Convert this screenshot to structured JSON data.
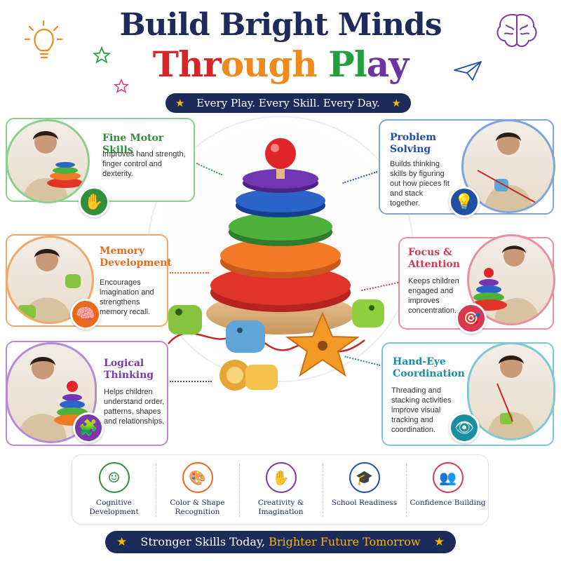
{
  "header": {
    "title_line1": "Build Bright Minds",
    "title_line2_words": [
      {
        "text": "Thr",
        "color": "#d6262a"
      },
      {
        "text": "ough",
        "color": "#f08a1c"
      },
      {
        "text": " ",
        "color": "#000000"
      },
      {
        "text": "Pl",
        "color": "#23a03d"
      },
      {
        "text": "ay",
        "color": "#6a34a6"
      }
    ],
    "tagline": "Every Play. Every Skill. Every Day."
  },
  "features": [
    {
      "title": "Fine Motor Skills",
      "text": "Improves hand strength, finger control and dexterity.",
      "color": "#2f8f3a",
      "icon": "hand-icon"
    },
    {
      "title": "Memory Development",
      "text": "Encourages imagination and strengthens memory recall.",
      "color": "#e86a1a",
      "icon": "brain-icon"
    },
    {
      "title": "Logical Thinking",
      "text": "Helps children understand order, patterns, shapes and relationships.",
      "color": "#7a3aa8",
      "icon": "puzzle-icon"
    },
    {
      "title": "Problem Solving",
      "text": "Builds thinking skills by figuring out how pieces fit and stack together.",
      "color": "#1f4fa6",
      "icon": "lightbulb-icon"
    },
    {
      "title": "Focus & Attention",
      "text": "Keeps children engaged and improves concentration.",
      "color": "#d23a55",
      "icon": "target-icon"
    },
    {
      "title": "Hand-Eye Coordination",
      "text": "Threading and stacking activities improve visual tracking and coordination.",
      "color": "#1a8fa0",
      "icon": "eye-icon"
    }
  ],
  "skills": [
    {
      "label": "Cognitive Development",
      "color": "#2f8f3a",
      "icon": "head-brain-icon"
    },
    {
      "label": "Color & Shape Recognition",
      "color": "#e86a1a",
      "icon": "palette-icon"
    },
    {
      "label": "Creativity & Imagination",
      "color": "#7a3aa8",
      "icon": "hand-icon"
    },
    {
      "label": "School Readiness",
      "color": "#1f4fa6",
      "icon": "graduation-cap-icon"
    },
    {
      "label": "Confidence Building",
      "color": "#d23a55",
      "icon": "people-icon"
    }
  ],
  "footer": {
    "part1": "Stronger Skills Today,",
    "part2": "Brighter Future Tomorrow"
  }
}
